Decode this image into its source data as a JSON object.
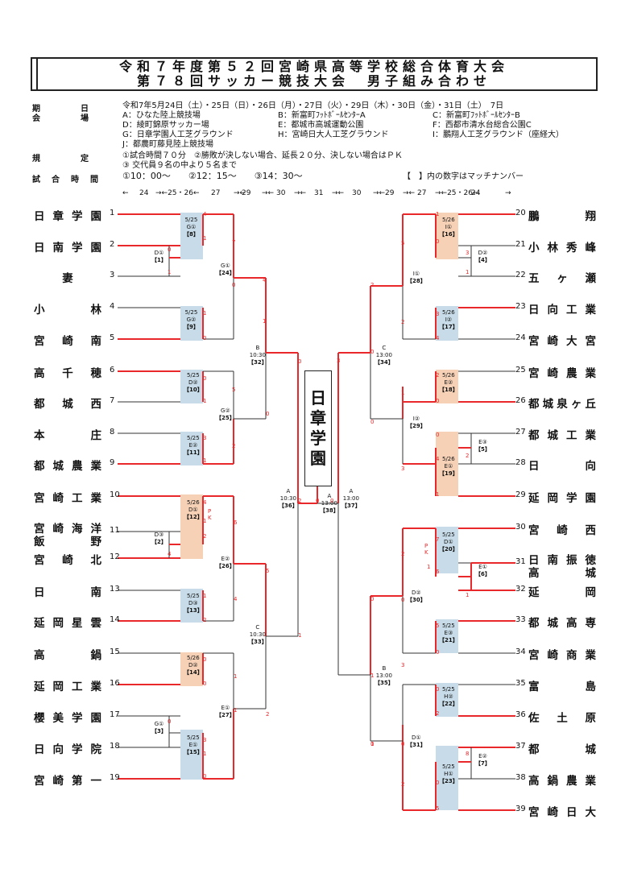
{
  "title": {
    "line1": "令和７年度第５２回宮崎県高等学校総合体育大会",
    "line2": "第７８回サッカー競技大会　男子組み合わせ"
  },
  "info": {
    "period_label": "期　　　　日",
    "period": "令和7年5月24日（土）・25日（日）・26日（月）・27日（火）・29日（木）・30日（金）・31日（土）　7日",
    "venue_label": "会　　　　場",
    "venues": [
      "A：ひなた陸上競技場",
      "B：新富町ﾌｯﾄﾎﾞｰﾙｾﾝﾀｰA",
      "C：新富町ﾌｯﾄﾎﾞｰﾙｾﾝﾀｰB",
      "D：綾町錦原サッカー場",
      "E：都城市高城運動公園",
      "F：西都市清水台総合公園C",
      "G：日章学園人工芝グラウンド",
      "H：宮崎日大人工芝グラウンド",
      "I：鵬翔人工芝グラウンド（座経大）",
      "J：都農町藤見陸上競技場"
    ],
    "rules_label": "規　　　　定",
    "rules": [
      "①試合時間７０分　②勝敗が決しない場合、延長２０分、決しない場合はＰＫ",
      "③ 交代員９名の中より５名まで"
    ],
    "time_label": "試　合　時　間",
    "times": "①10：00～　　②12：15～　　③14：30～",
    "match_note": "【　】内の数字はマッチナンバー",
    "schedule_row": [
      "←",
      "24",
      "→←25・26←",
      "27",
      "→←",
      "29",
      "→←",
      "30",
      "→←",
      "31",
      "→←",
      "30",
      "→←",
      "29",
      "→←",
      "27",
      "→←25・26←",
      "24",
      "→"
    ]
  },
  "champion": "日章学園",
  "teams_left": [
    {
      "num": "1",
      "name": "日章学園"
    },
    {
      "num": "2",
      "name": "日南学園"
    },
    {
      "num": "3",
      "name": "妻"
    },
    {
      "num": "4",
      "name": "小林"
    },
    {
      "num": "5",
      "name": "宮崎南"
    },
    {
      "num": "6",
      "name": "高千穂"
    },
    {
      "num": "7",
      "name": "都城西"
    },
    {
      "num": "8",
      "name": "本庄"
    },
    {
      "num": "9",
      "name": "都城農業"
    },
    {
      "num": "10",
      "name": "宮崎工業"
    },
    {
      "num": "11",
      "name": "宮崎海洋",
      "name2": "飯野"
    },
    {
      "num": "12",
      "name": "宮崎北"
    },
    {
      "num": "13",
      "name": "日南"
    },
    {
      "num": "14",
      "name": "延岡星雲"
    },
    {
      "num": "15",
      "name": "高鍋"
    },
    {
      "num": "16",
      "name": "延岡工業"
    },
    {
      "num": "17",
      "name": "櫻美学園"
    },
    {
      "num": "18",
      "name": "日向学院"
    },
    {
      "num": "19",
      "name": "宮崎第一"
    }
  ],
  "teams_right": [
    {
      "num": "20",
      "name": "鵬翔"
    },
    {
      "num": "21",
      "name": "小林秀峰"
    },
    {
      "num": "22",
      "name": "五ヶ瀬"
    },
    {
      "num": "23",
      "name": "日向工業"
    },
    {
      "num": "24",
      "name": "宮崎大宮"
    },
    {
      "num": "25",
      "name": "宮崎農業"
    },
    {
      "num": "26",
      "name": "都城泉ヶ丘"
    },
    {
      "num": "27",
      "name": "都城工業"
    },
    {
      "num": "28",
      "name": "日向"
    },
    {
      "num": "29",
      "name": "延岡学園"
    },
    {
      "num": "30",
      "name": "宮崎西"
    },
    {
      "num": "31",
      "name": "日南振徳",
      "name2": "高城"
    },
    {
      "num": "32",
      "name": "延岡"
    },
    {
      "num": "33",
      "name": "都城高専"
    },
    {
      "num": "34",
      "name": "宮崎商業"
    },
    {
      "num": "35",
      "name": "富島"
    },
    {
      "num": "36",
      "name": "佐土原"
    },
    {
      "num": "37",
      "name": "都城"
    },
    {
      "num": "38",
      "name": "高鍋農業"
    },
    {
      "num": "39",
      "name": "宮崎日大"
    }
  ],
  "matches": [
    {
      "id": "m1",
      "date": "",
      "venue": "D①",
      "no": "【1】"
    },
    {
      "id": "m8",
      "date": "5/25",
      "venue": "G①",
      "no": "【8】"
    },
    {
      "id": "m9",
      "date": "5/25",
      "venue": "G②",
      "no": "【9】"
    },
    {
      "id": "m10",
      "date": "5/25",
      "venue": "D②",
      "no": "【10】"
    },
    {
      "id": "m11",
      "date": "5/25",
      "venue": "E②",
      "no": "【11】"
    },
    {
      "id": "m24",
      "date": "",
      "venue": "G①",
      "no": "【24】"
    },
    {
      "id": "m25",
      "date": "",
      "venue": "G②",
      "no": "【25】"
    },
    {
      "id": "m32",
      "date": "",
      "venue": "B\n10:30",
      "no": "【32】"
    },
    {
      "id": "m2",
      "date": "",
      "venue": "D③",
      "no": "【2】"
    },
    {
      "id": "m12",
      "date": "5/26",
      "venue": "D①",
      "no": "【12】"
    },
    {
      "id": "m13",
      "date": "5/25",
      "venue": "D③",
      "no": "【13】"
    },
    {
      "id": "m26",
      "date": "",
      "venue": "E②",
      "no": "【26】"
    },
    {
      "id": "m14",
      "date": "5/26",
      "venue": "D②",
      "no": "【14】"
    },
    {
      "id": "m3",
      "date": "",
      "venue": "G①",
      "no": "【3】"
    },
    {
      "id": "m15",
      "date": "5/25",
      "venue": "E①",
      "no": "【15】"
    },
    {
      "id": "m27",
      "date": "",
      "venue": "E①",
      "no": "【27】"
    },
    {
      "id": "m33",
      "date": "",
      "venue": "C\n10:30",
      "no": "【33】"
    },
    {
      "id": "m36",
      "date": "",
      "venue": "A\n10:30",
      "no": "【36】"
    },
    {
      "id": "m38",
      "date": "",
      "venue": "A\n13:00",
      "no": "【38】"
    },
    {
      "id": "m37",
      "date": "",
      "venue": "A\n13:00",
      "no": "【37】"
    },
    {
      "id": "m16",
      "date": "5/26",
      "venue": "I①",
      "no": "【16】"
    },
    {
      "id": "m4",
      "date": "",
      "venue": "D②",
      "no": "【4】"
    },
    {
      "id": "m17",
      "date": "5/26",
      "venue": "I②",
      "no": "【17】"
    },
    {
      "id": "m28",
      "date": "",
      "venue": "I①",
      "no": "【28】"
    },
    {
      "id": "m34",
      "date": "",
      "venue": "C\n13:00",
      "no": "【34】"
    },
    {
      "id": "m18",
      "date": "5/26",
      "venue": "E②",
      "no": "【18】"
    },
    {
      "id": "m5",
      "date": "",
      "venue": "E③",
      "no": "【5】"
    },
    {
      "id": "m19",
      "date": "5/26",
      "venue": "E①",
      "no": "【19】"
    },
    {
      "id": "m29",
      "date": "",
      "venue": "I②",
      "no": "【29】"
    },
    {
      "id": "m20",
      "date": "5/25",
      "venue": "D①",
      "no": "【20】"
    },
    {
      "id": "m6",
      "date": "",
      "venue": "E①",
      "no": "【6】"
    },
    {
      "id": "m21",
      "date": "5/25",
      "venue": "E③",
      "no": "【21】"
    },
    {
      "id": "m30",
      "date": "",
      "venue": "D②",
      "no": "【30】"
    },
    {
      "id": "m35",
      "date": "",
      "venue": "B\n13:00",
      "no": "【35】"
    },
    {
      "id": "m22",
      "date": "5/25",
      "venue": "H②",
      "no": "【22】"
    },
    {
      "id": "m7",
      "date": "",
      "venue": "E②",
      "no": "【7】"
    },
    {
      "id": "m23",
      "date": "5/25",
      "venue": "H①",
      "no": "【23】"
    },
    {
      "id": "m31",
      "date": "",
      "venue": "D①",
      "no": "【31】"
    }
  ],
  "scores": [
    "4",
    "1",
    "0",
    "1",
    "7",
    "0",
    "1",
    "0",
    "4",
    "1",
    "5",
    "2",
    "0",
    "1",
    "3",
    "1",
    "0",
    "0",
    "2",
    "0",
    "4",
    "6",
    "1",
    "2",
    "4",
    "5",
    "1",
    "2",
    "4",
    "1",
    "0",
    "0",
    "1",
    "1",
    "3",
    "0",
    "1",
    "0",
    "2",
    "0",
    "3",
    "0",
    "1",
    "0",
    "3",
    "1",
    "5",
    "2",
    "3",
    "4",
    "2",
    "0",
    "2",
    "0",
    "1",
    "3",
    "0",
    "4",
    "2",
    "1",
    "0",
    "1",
    "2",
    "7",
    "1",
    "6",
    "0",
    "5",
    "0",
    "1",
    "0",
    "2",
    "8",
    "0",
    "5",
    "2",
    "3",
    "0",
    "0",
    "1"
  ],
  "pk_marks": [
    "P",
    "K"
  ],
  "colors": {
    "win_line": "#e8282b",
    "line": "#333333",
    "blue_box": "#c7dce8",
    "orange_box": "#f6d1b6",
    "score": "#e8282b"
  }
}
